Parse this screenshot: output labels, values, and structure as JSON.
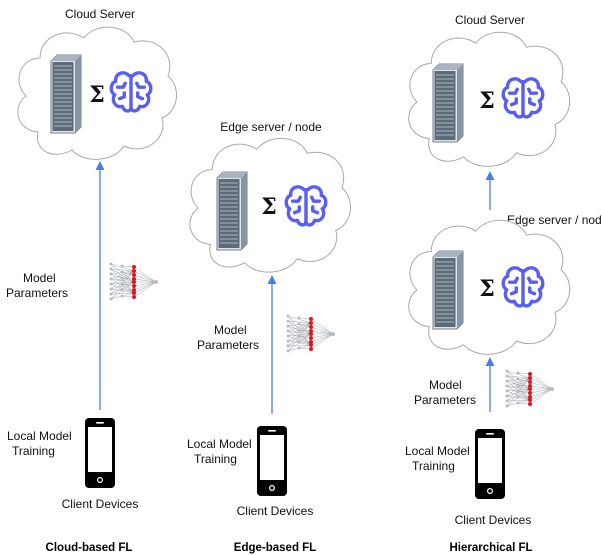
{
  "diagram_type": "federated-learning-architectures",
  "accent_color": "#4a7fe0",
  "brain_color": "#5a5ff0",
  "server_color": "#6f7f8f",
  "columns": [
    {
      "caption": "Cloud-based FL",
      "top_server_label": "Cloud Server",
      "params_label": [
        "Model",
        "Parameters"
      ],
      "client_label": [
        "Local Model",
        "Training"
      ],
      "devices_label": "Client Devices"
    },
    {
      "caption": "Edge-based FL",
      "top_server_label": "Edge server / node",
      "params_label": [
        "Model",
        "Parameters"
      ],
      "client_label": [
        "Local Model",
        "Training"
      ],
      "devices_label": "Client Devices"
    },
    {
      "caption": "Hierarchical FL",
      "top_server_label": "Cloud Server",
      "mid_server_label": "Edge server / node",
      "params_label": [
        "Model",
        "Parameters"
      ],
      "client_label": [
        "Local Model",
        "Training"
      ],
      "devices_label": "Client Devices"
    }
  ],
  "aggregation_symbol": "Σ"
}
